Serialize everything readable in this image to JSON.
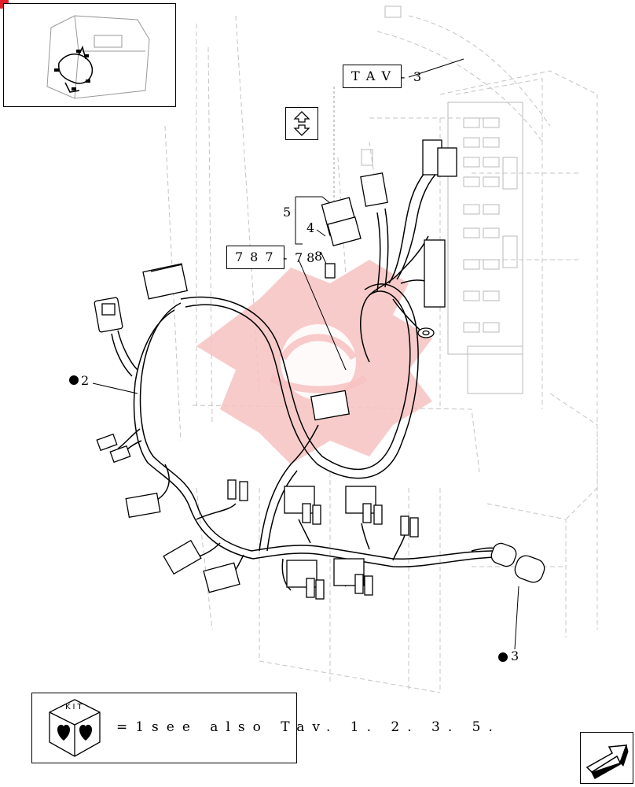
{
  "labels": {
    "ref_2": "2",
    "ref_3": "3",
    "ref_4": "4",
    "ref_5": "5",
    "ref_8": "8"
  },
  "tav_box": {
    "text": "TAV",
    "ref": "3"
  },
  "ref_box": {
    "text": "787",
    "ref": "78"
  },
  "note": {
    "text": "=1see also Tav. 1. 2. 3. 5."
  },
  "kit_badge": {
    "text": "KIT"
  },
  "icons": {
    "updown": "up-down-arrow-icon",
    "next": "next-page-arrow-icon",
    "bullet": "filled-circle-icon"
  },
  "colors": {
    "watermark": "#f7b8b8",
    "ghost": "#bdbdbd",
    "line": "#000000"
  }
}
